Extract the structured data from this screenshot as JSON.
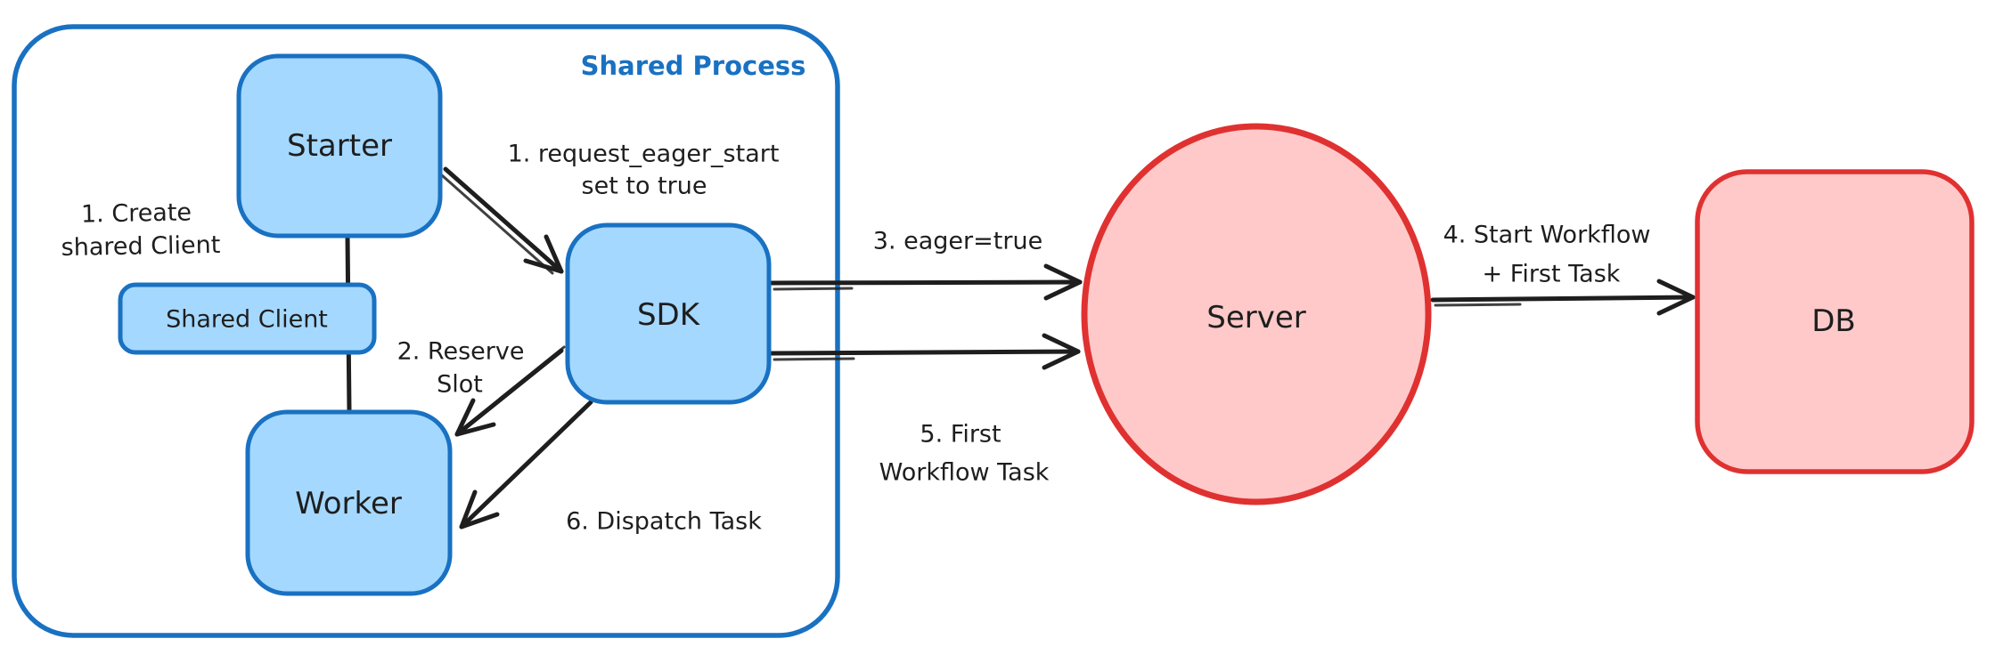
{
  "diagram": {
    "container": {
      "label": "Shared Process"
    },
    "nodes": {
      "starter": {
        "label": "Starter"
      },
      "shared_client": {
        "label": "Shared Client"
      },
      "worker": {
        "label": "Worker"
      },
      "sdk": {
        "label": "SDK"
      },
      "server": {
        "label": "Server"
      },
      "db": {
        "label": "DB"
      }
    },
    "annotations": {
      "create_client": {
        "line1": "1. Create",
        "line2": "shared Client"
      },
      "request_eager": {
        "line1": "1. request_eager_start",
        "line2": "set to true"
      },
      "reserve_slot": {
        "line1": "2. Reserve",
        "line2": "Slot"
      },
      "eager_true": {
        "label": "3. eager=true"
      },
      "start_workflow": {
        "line1": "4. Start Workflow",
        "line2": "+ First Task"
      },
      "first_wft": {
        "line1": "5. First",
        "line2": "Workflow Task"
      },
      "dispatch_task": {
        "label": "6. Dispatch Task"
      }
    },
    "colors": {
      "blue_stroke": "#1971c2",
      "blue_fill": "#a5d8ff",
      "red_stroke": "#e03131",
      "red_fill": "#ffc9c9",
      "ink": "#1e1e1e",
      "frame_label": "#1971c2",
      "background": "#ffffff"
    }
  }
}
